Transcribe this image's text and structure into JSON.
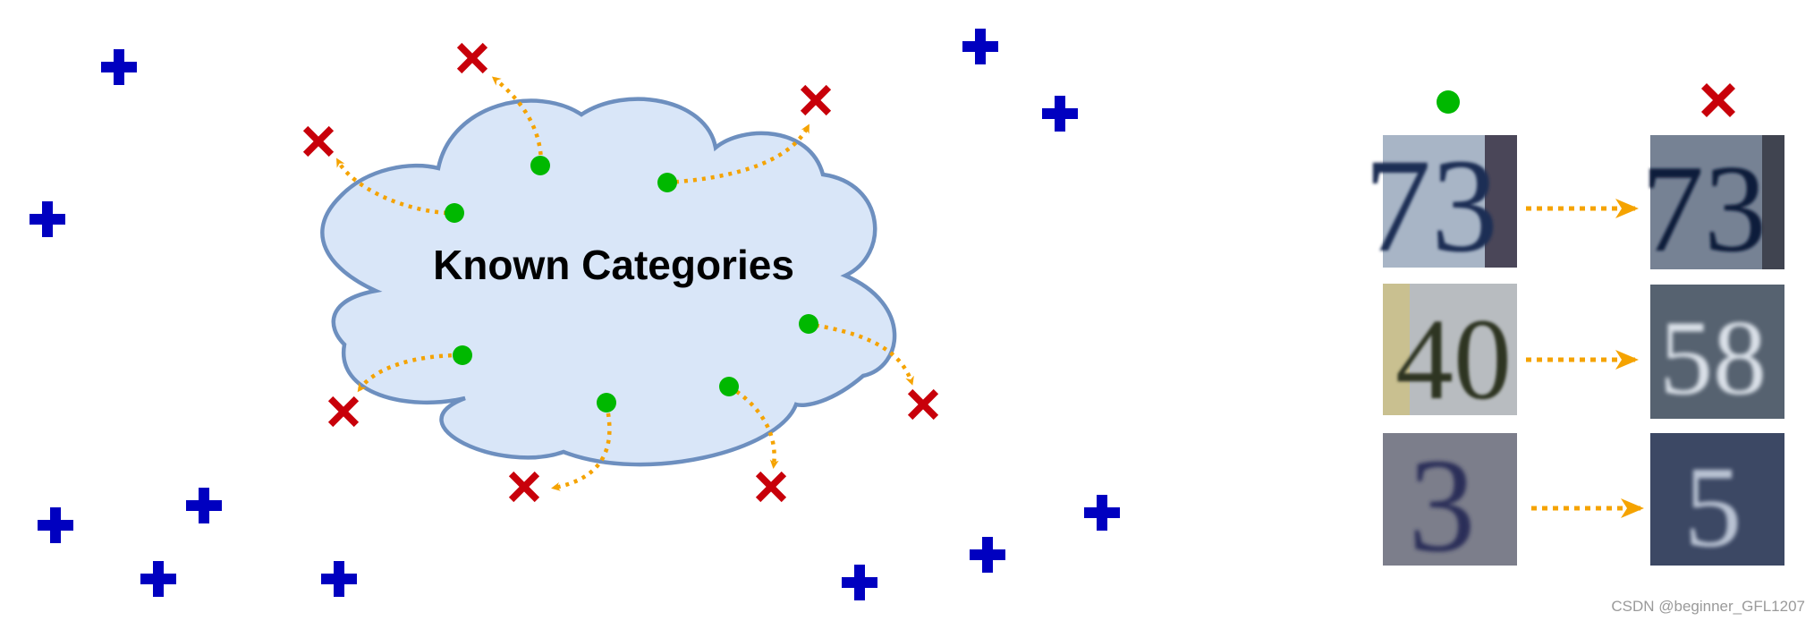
{
  "diagram": {
    "cloud_label": "Known Categories",
    "colors": {
      "cloud_fill": "#d9e6f8",
      "cloud_stroke": "#6d8fbf",
      "known_dot": "#00b800",
      "generated_x": "#c8000a",
      "unknown_plus": "#0000c0",
      "arrow": "#f5a300"
    },
    "legend": {
      "known_marker": "green-dot-icon",
      "generated_marker": "red-x-icon"
    },
    "samples": [
      {
        "original": "73",
        "generated": "73"
      },
      {
        "original": "40",
        "generated": "58"
      },
      {
        "original": "3",
        "generated": "5"
      }
    ]
  },
  "watermark": "CSDN @beginner_GFL1207"
}
